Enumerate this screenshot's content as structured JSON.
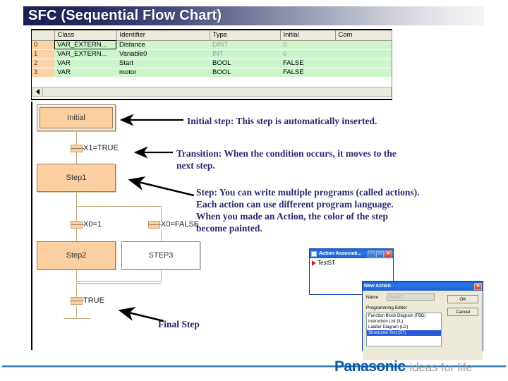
{
  "slide": {
    "title": "SFC (Sequential Flow Chart)"
  },
  "variable_table": {
    "columns": [
      "",
      "Class",
      "Identifier",
      "Type",
      "Initial",
      "Com"
    ],
    "rows": [
      {
        "index": "0",
        "class": "VAR_EXTERN...",
        "identifier": "Distance",
        "type": "DINT",
        "initial": "0",
        "comment": ""
      },
      {
        "index": "1",
        "class": "VAR_EXTERN...",
        "identifier": "Variable0",
        "type": "INT",
        "initial": "0",
        "comment": ""
      },
      {
        "index": "2",
        "class": "VAR",
        "identifier": "Start",
        "type": "BOOL",
        "initial": "FALSE",
        "comment": ""
      },
      {
        "index": "3",
        "class": "VAR",
        "identifier": "motor",
        "type": "BOOL",
        "initial": "FALSE",
        "comment": ""
      }
    ],
    "scrollbar": {
      "left_arrow": "scroll-left-arrow"
    }
  },
  "sfc": {
    "steps": [
      {
        "name": "Initial",
        "painted": true,
        "initial": true
      },
      {
        "name": "Step1",
        "painted": true,
        "initial": false
      },
      {
        "name": "Step2",
        "painted": true,
        "initial": false
      },
      {
        "name": "STEP3",
        "painted": false,
        "initial": false
      }
    ],
    "transitions": [
      {
        "condition": "X1=TRUE"
      },
      {
        "condition": "X0=1"
      },
      {
        "condition": "X0=FALSE"
      },
      {
        "condition": "TRUE"
      }
    ]
  },
  "annotations": {
    "initial_step": "Initial step: This step is automatically inserted.",
    "transition": "Transition: When the condition occurs, it moves to the\n    next step.",
    "step": "Step: You can write multiple programs (called actions).\n     Each action can use different program language.\n     When you made an Action, the color of the step\n     become painted.",
    "final_step": "Final Step"
  },
  "windows": {
    "action_association": {
      "title": "Action Associati...",
      "min_label": "_",
      "max_label": "□",
      "close_label": "✕",
      "items": [
        "TestST"
      ]
    },
    "new_action": {
      "title": "New Action",
      "close_label": "✕",
      "name_label": "Name",
      "name_value": "TestST",
      "editor_label": "Programming Editor",
      "editor_options": [
        "Function Block Diagram (FBD)",
        "Instruction List (IL)",
        "Ladder Diagram (LD)",
        "Structured Text (ST)"
      ],
      "selected_editor": "Structured Text (ST)",
      "ok_label": "OK",
      "cancel_label": "Cancel"
    }
  },
  "footer": {
    "brand": "Panasonic",
    "tagline": "ideas for life"
  },
  "colors": {
    "title_gradient_start": "#1a1d52",
    "title_gradient_end": "#f4f4f6",
    "step_fill": "#fbcfa0",
    "table_row_green": "#ccf5cc",
    "table_index_orange": "#fbd3a7",
    "annotation_navy": "#2b2a6e",
    "brand_blue": "#0b57a4",
    "footer_rule": "#2a7bb5"
  }
}
